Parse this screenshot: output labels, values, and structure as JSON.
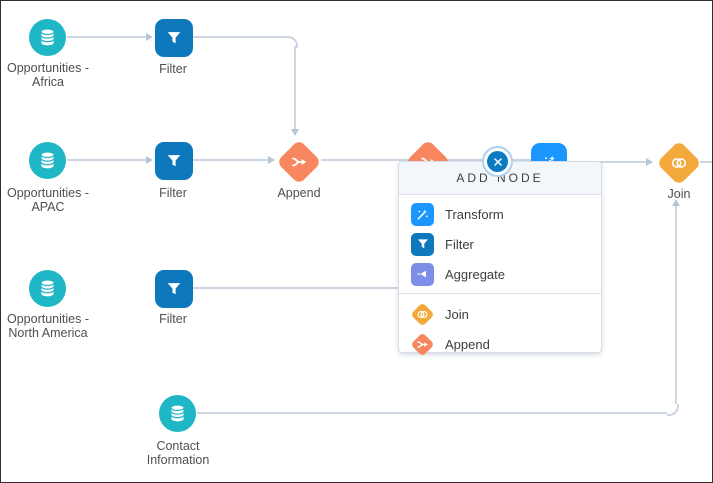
{
  "canvas": {
    "nodes": {
      "opp_africa": {
        "line1": "Opportunities -",
        "line2": "Africa"
      },
      "filter_africa": {
        "label": "Filter"
      },
      "opp_apac": {
        "line1": "Opportunities -",
        "line2": "APAC"
      },
      "filter_apac": {
        "label": "Filter"
      },
      "append": {
        "label": "Append"
      },
      "opp_na": {
        "line1": "Opportunities -",
        "line2": "North America"
      },
      "filter_na": {
        "label": "Filter"
      },
      "contact": {
        "line1": "Contact",
        "line2": "Information"
      },
      "join": {
        "label": "Join"
      }
    }
  },
  "popup": {
    "title": "ADD NODE",
    "items": [
      {
        "label": "Transform",
        "icon": "transform-icon",
        "color": "#1b96ff"
      },
      {
        "label": "Filter",
        "icon": "filter-icon",
        "color": "#0d79bc"
      },
      {
        "label": "Aggregate",
        "icon": "aggregate-icon",
        "color": "#7d8ee8"
      },
      {
        "label": "Join",
        "icon": "join-icon",
        "color": "#f2a83a"
      },
      {
        "label": "Append",
        "icon": "append-icon",
        "color": "#f8875f"
      }
    ],
    "close_icon": "close-icon"
  },
  "colors": {
    "dataset_teal": "#1fb6c6",
    "filter_blue": "#0d79bc",
    "append_orange": "#f8875f",
    "join_gold": "#f2a83a",
    "transform_blue": "#1b96ff",
    "aggregate_purple": "#7d8ee8",
    "edge_gray": "#ccd5e2",
    "close_blue": "#0b7cc1"
  }
}
